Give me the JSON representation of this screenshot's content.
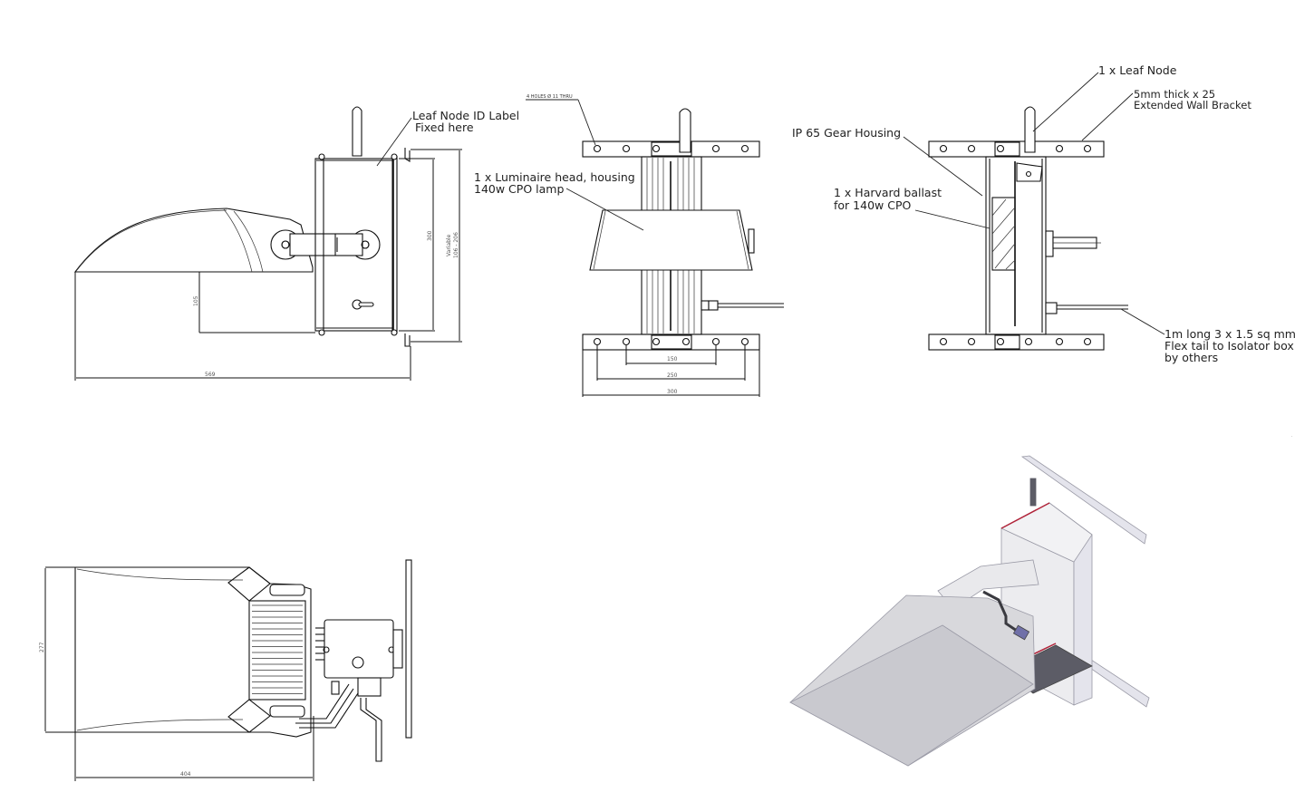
{
  "annotations": {
    "leaf_node_label": [
      "Leaf Node ID Label",
      "Fixed here"
    ],
    "holes_note": "4 HOLES Ø 11 THRU",
    "luminaire_head": [
      "1 x Luminaire head, housing",
      "140w CPO lamp"
    ],
    "leaf_node": "1 x Leaf Node",
    "wall_bracket": [
      "5mm thick x 25",
      "Extended Wall Bracket"
    ],
    "gear_housing": "IP 65 Gear Housing",
    "ballast": [
      "1 x Harvard ballast",
      "for  140w CPO"
    ],
    "flex_tail": [
      "1m long 3 x 1.5 sq mm",
      "Flex tail to Isolator box",
      "by others"
    ]
  },
  "dimensions": {
    "side_overall_length": "569",
    "side_drop": "105",
    "side_housing_height": "300",
    "side_variable_label": "Variable",
    "side_variable_range": "106 - 206",
    "front_hole_inner": "150",
    "front_hole_outer": "250",
    "front_bracket_width": "300",
    "plan_width": "277",
    "plan_length": "404"
  },
  "colors": {
    "line": "#111111",
    "iso_light": "#e4e4ec",
    "iso_mid": "#c9c9cf",
    "iso_dark": "#5c5c66",
    "iso_accent": "#b0243a",
    "connector": "#7070a8"
  }
}
